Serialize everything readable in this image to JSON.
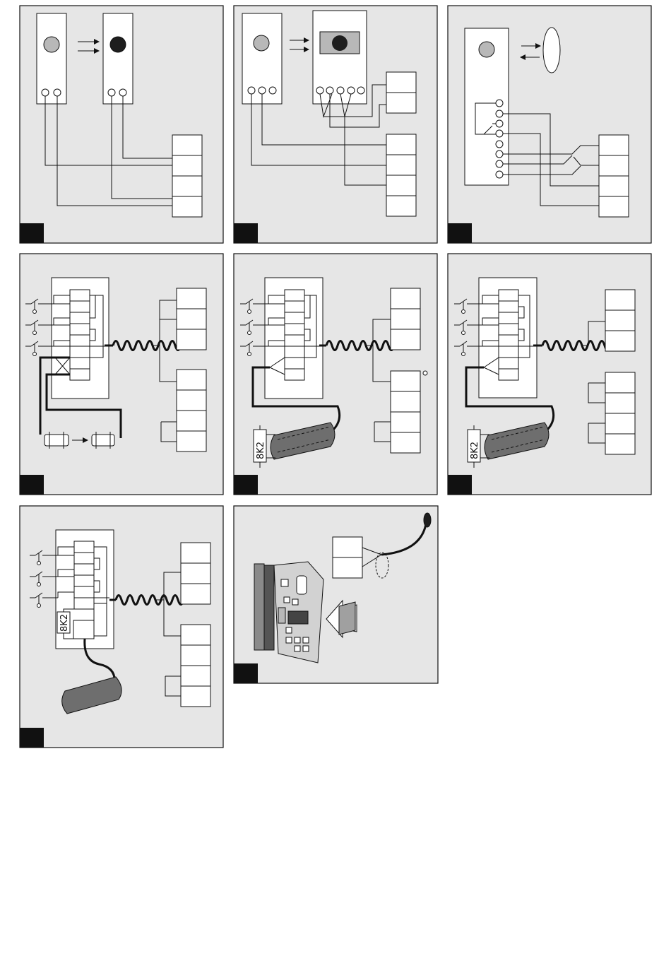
{
  "colors": {
    "panel_bg": "#e6e6e6",
    "ink": "#111111",
    "lens_grey": "#b8b8b8",
    "lens_black": "#1e1e1e",
    "edge_grey": "#8a8a8a"
  },
  "panels": [
    {
      "id": "p1",
      "type": "wiring-photocell-pair"
    },
    {
      "id": "p2",
      "type": "wiring-photocell-receiver-with-relay"
    },
    {
      "id": "p3",
      "type": "wiring-reflective-photocell"
    },
    {
      "id": "p4",
      "type": "wiring-contacts-coil-transmitter"
    },
    {
      "id": "p5",
      "type": "wiring-contacts-coil-safety-edge",
      "resistor": "8K2"
    },
    {
      "id": "p6",
      "type": "wiring-contacts-coil-safety-edge",
      "resistor": "8K2"
    },
    {
      "id": "p7",
      "type": "wiring-contacts-coil-edge-internal",
      "resistor": "8K2"
    },
    {
      "id": "p8",
      "type": "board-insertion-antenna"
    }
  ],
  "labels": {
    "resistor": "8K2"
  }
}
